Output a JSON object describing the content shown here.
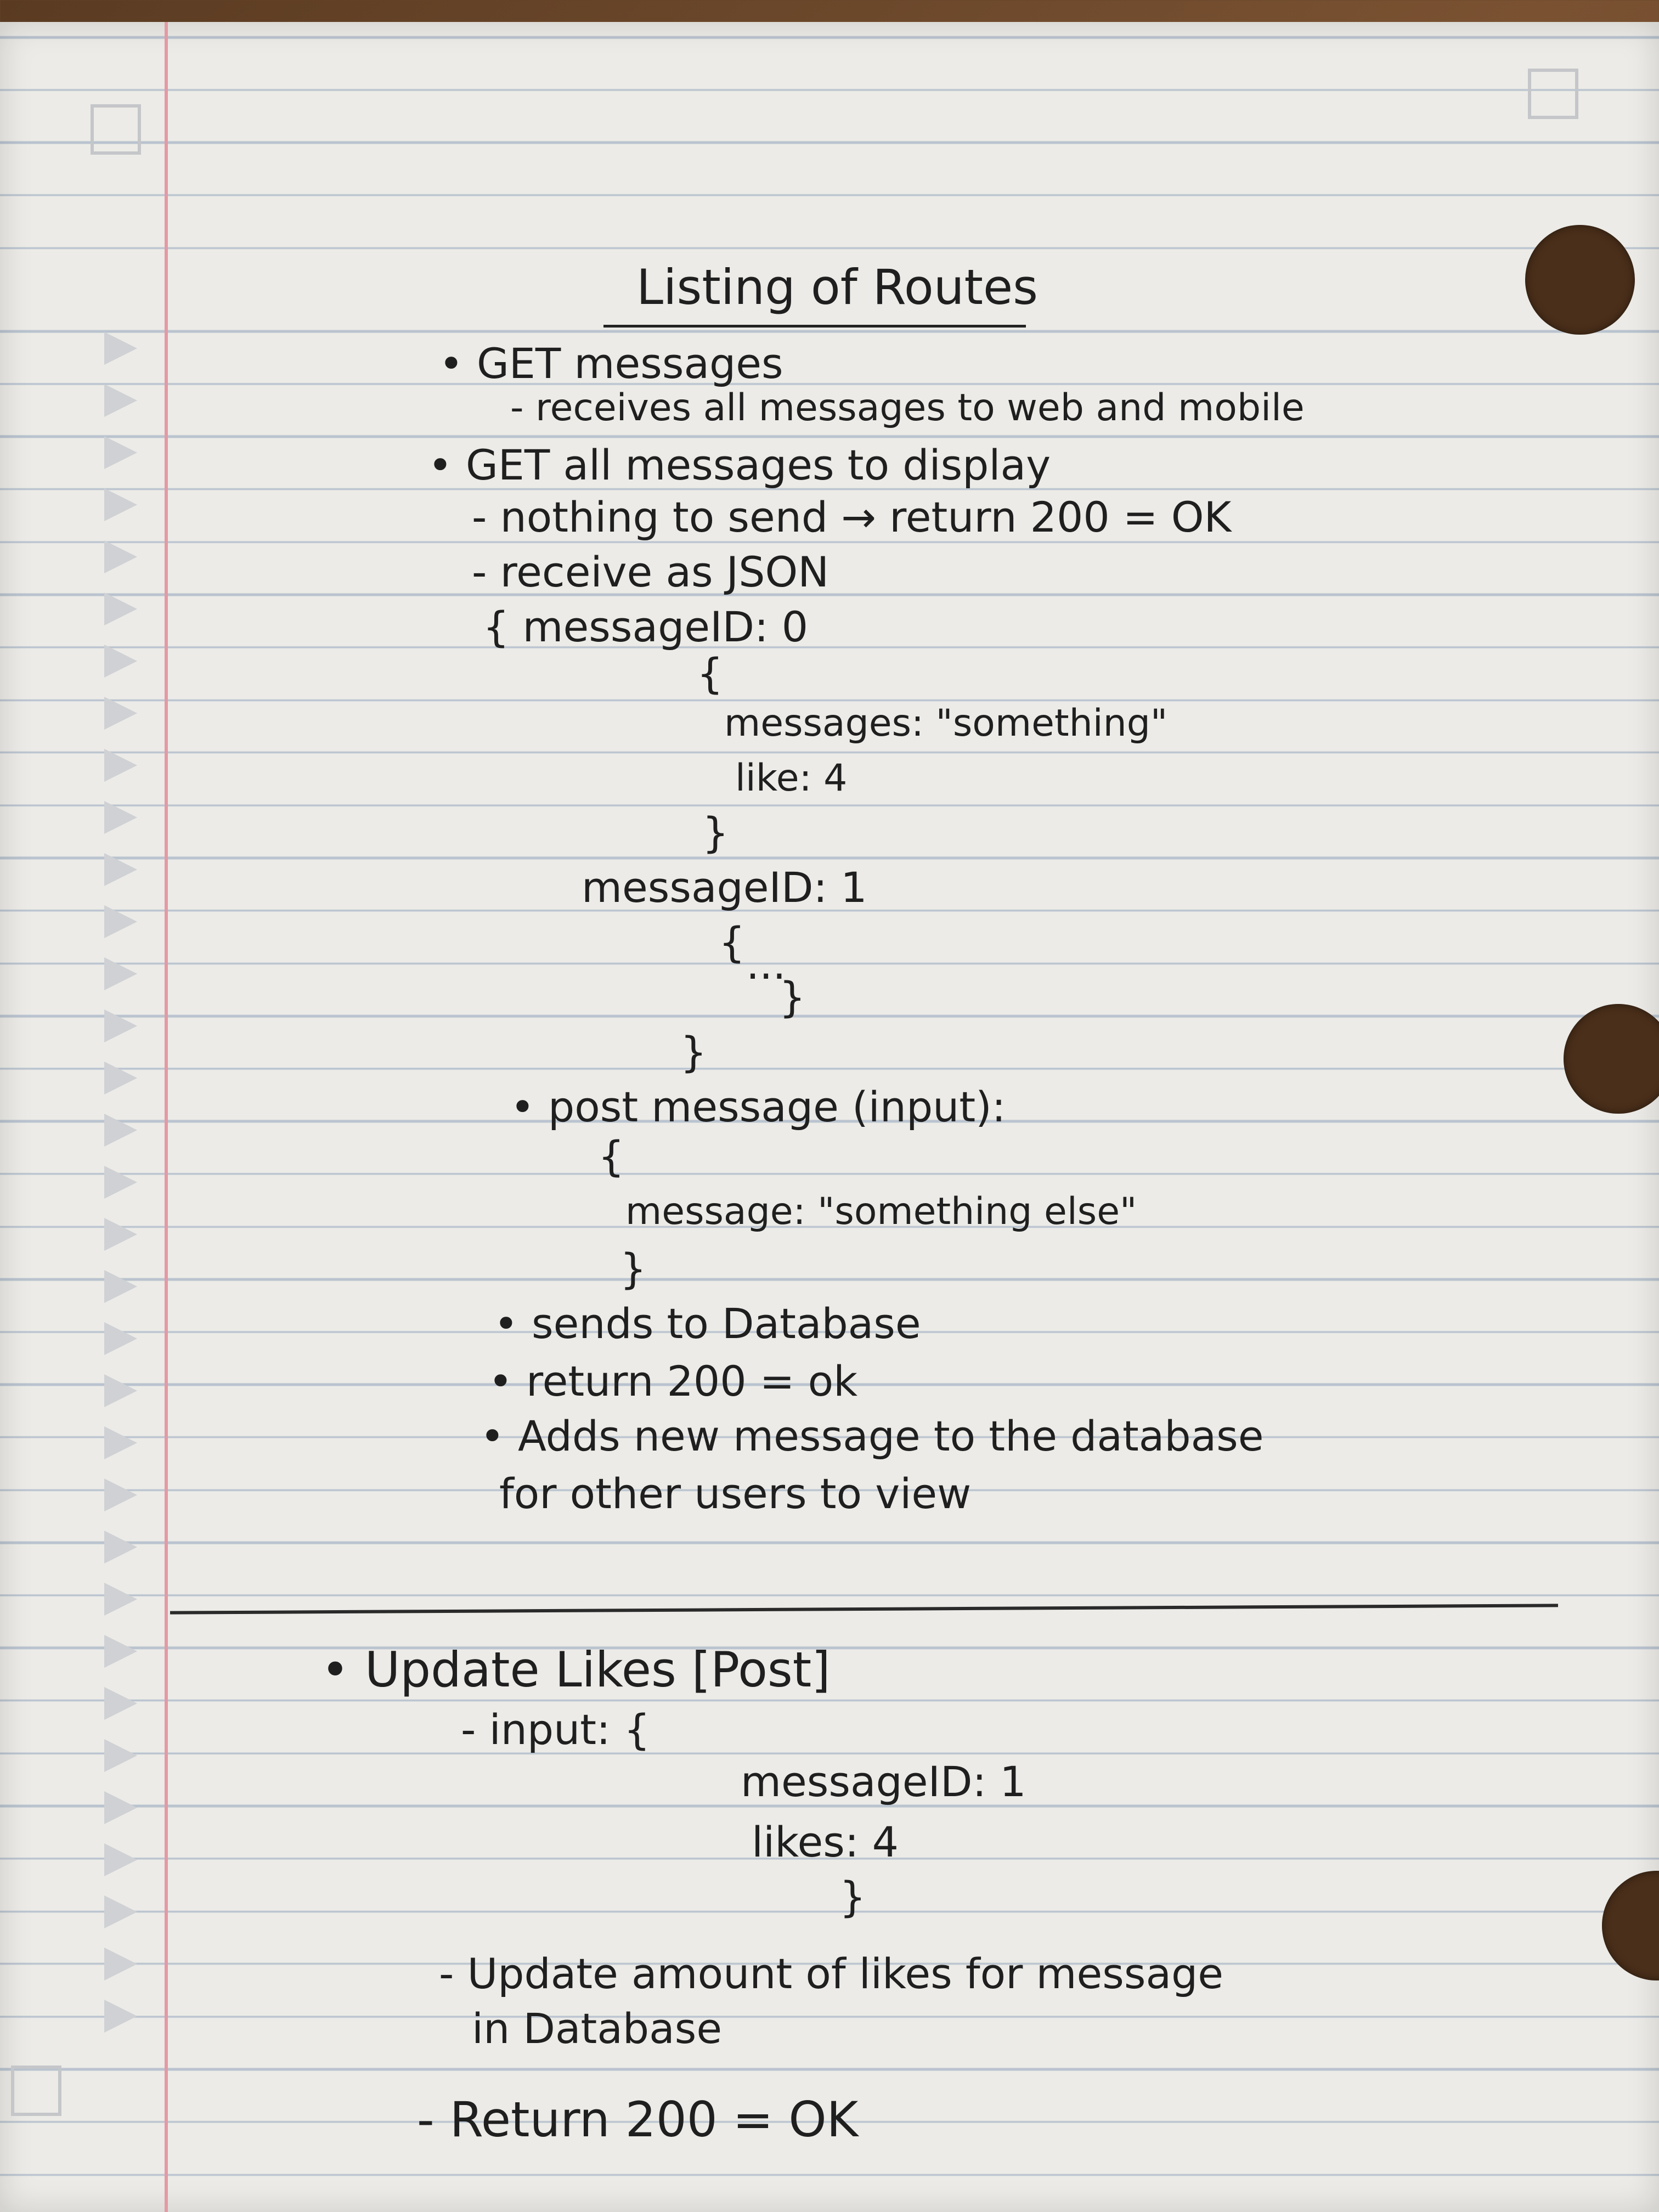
{
  "notes": {
    "title": "Listing of Routes",
    "lines": [
      "GET messages",
      "- receives all messages to web and mobile",
      "GET all messages to display",
      "- nothing to send → return 200 = OK",
      "- receive as JSON",
      "{ messageID: 0",
      "{",
      "messages: \"something\"",
      "like: 4",
      "}",
      "messageID: 1",
      "{",
      "...",
      "}",
      "}",
      "post message (input):",
      "{",
      "message: \"something else\"",
      "}",
      "sends to Database",
      "return 200 = ok",
      "Adds new message to the database",
      "for other users to view",
      "Update Likes [Post]",
      "- input: {",
      "messageID: 1",
      "likes: 4",
      "}",
      "- Update amount of likes for message",
      "in Database",
      "- Return 200 = OK"
    ]
  }
}
